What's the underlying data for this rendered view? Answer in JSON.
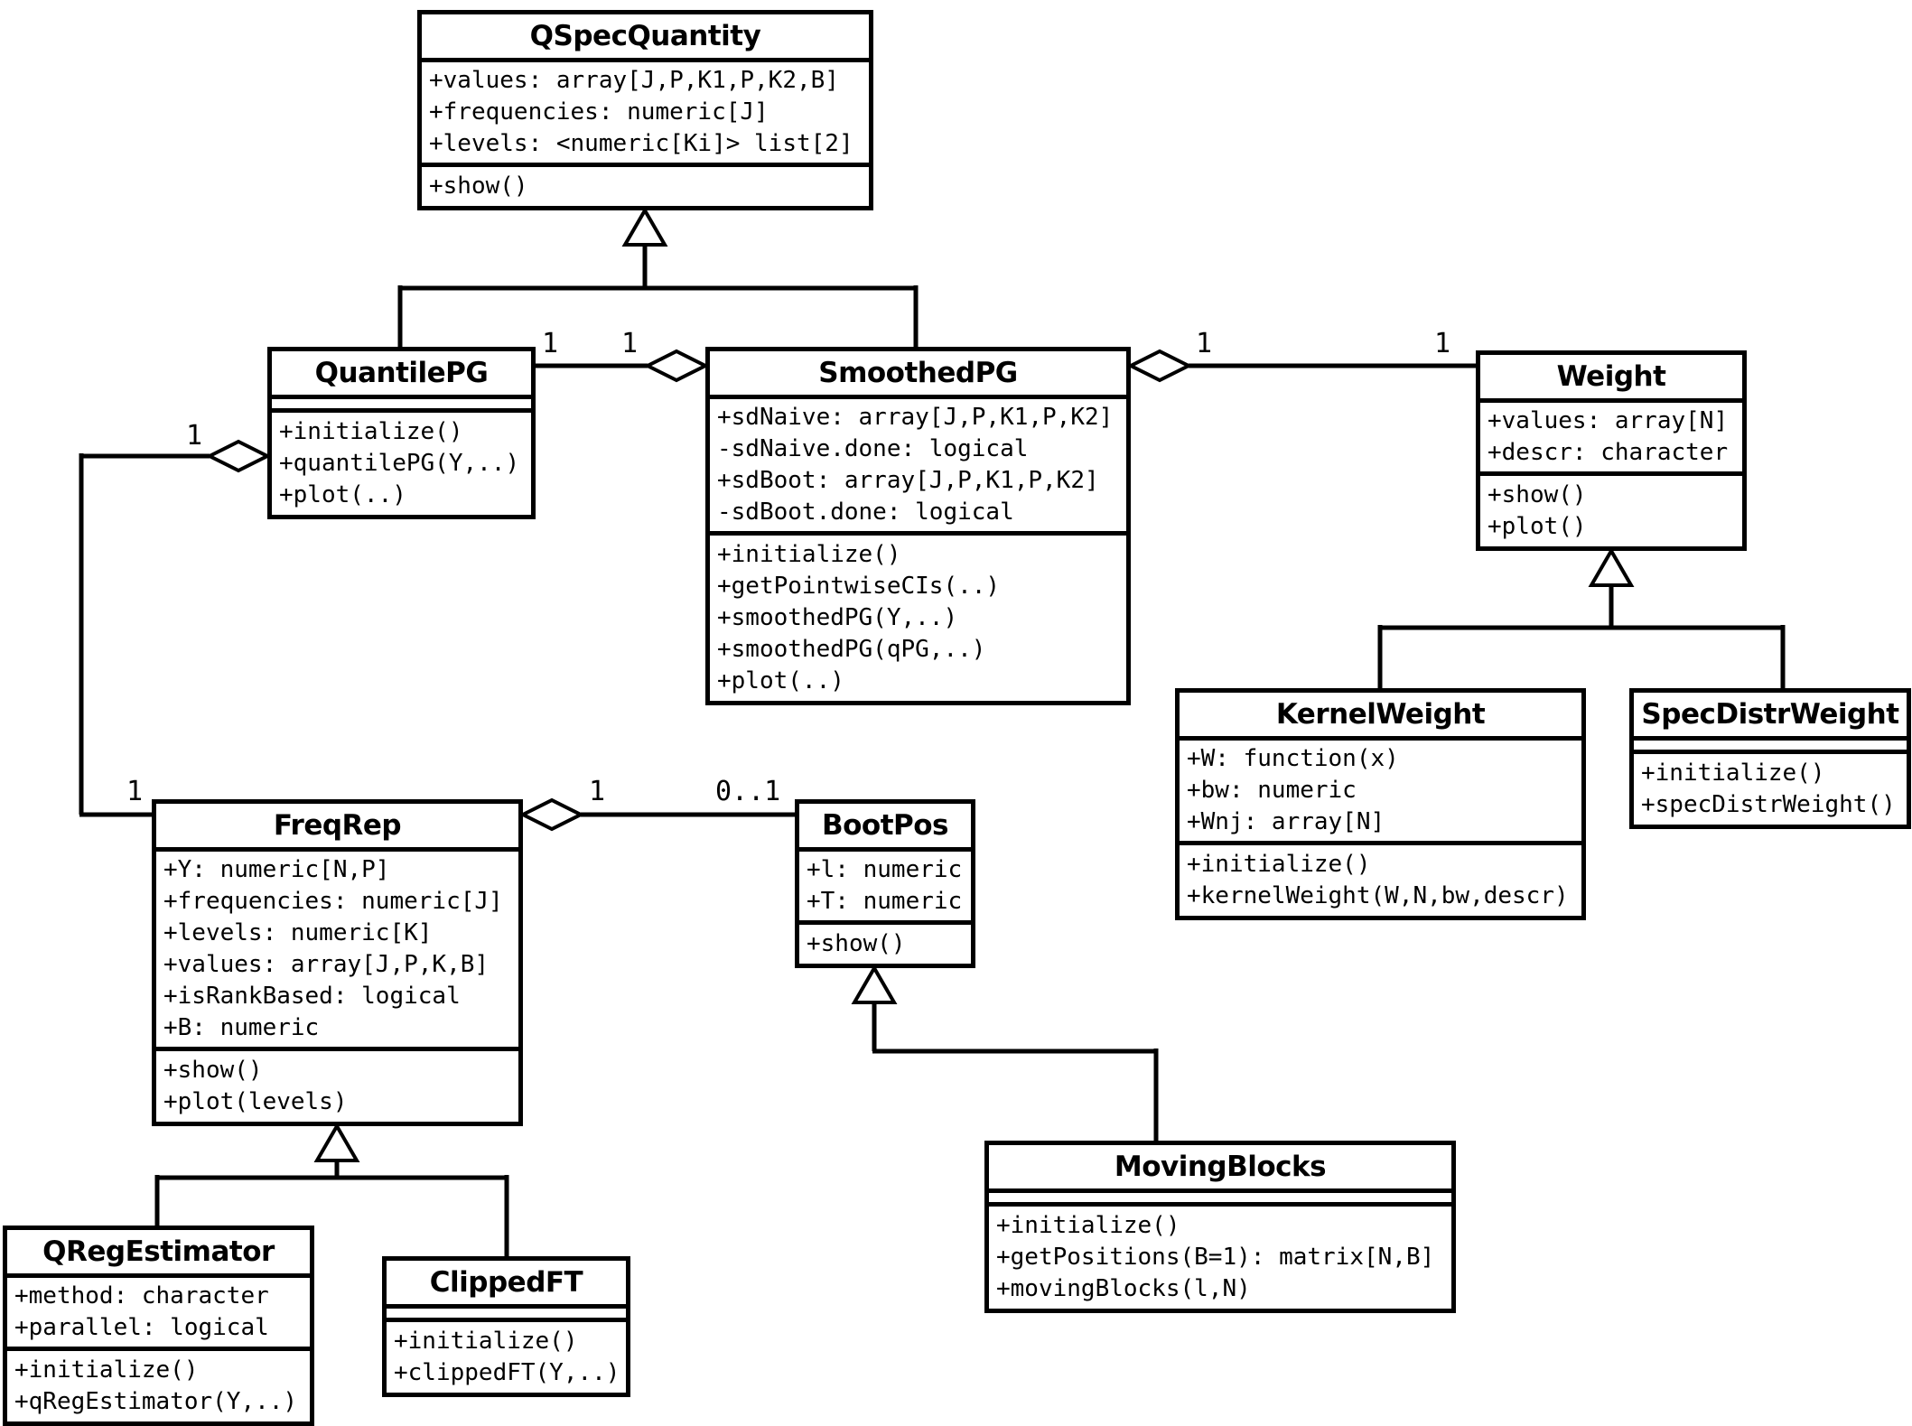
{
  "diagram": {
    "classes": [
      {
        "name": "QSpecQuantity",
        "attributes": [
          "+values: array[J,P,K1,P,K2,B]",
          "+frequencies: numeric[J]",
          "+levels: <numeric[Ki]> list[2]"
        ],
        "methods": [
          "+show()"
        ]
      },
      {
        "name": "QuantilePG",
        "attributes": [],
        "methods": [
          "+initialize()",
          "+quantilePG(Y,..)",
          "+plot(..)"
        ]
      },
      {
        "name": "SmoothedPG",
        "attributes": [
          "+sdNaive: array[J,P,K1,P,K2]",
          "-sdNaive.done: logical",
          "+sdBoot: array[J,P,K1,P,K2]",
          "-sdBoot.done: logical"
        ],
        "methods": [
          "+initialize()",
          "+getPointwiseCIs(..)",
          "+smoothedPG(Y,..)",
          "+smoothedPG(qPG,..)",
          "+plot(..)"
        ]
      },
      {
        "name": "Weight",
        "attributes": [
          "+values: array[N]",
          "+descr: character"
        ],
        "methods": [
          "+show()",
          "+plot()"
        ]
      },
      {
        "name": "KernelWeight",
        "attributes": [
          "+W: function(x)",
          "+bw: numeric",
          "+Wnj: array[N]"
        ],
        "methods": [
          "+initialize()",
          "+kernelWeight(W,N,bw,descr)"
        ]
      },
      {
        "name": "SpecDistrWeight",
        "attributes": [],
        "methods": [
          "+initialize()",
          "+specDistrWeight()"
        ]
      },
      {
        "name": "FreqRep",
        "attributes": [
          "+Y: numeric[N,P]",
          "+frequencies: numeric[J]",
          "+levels: numeric[K]",
          "+values: array[J,P,K,B]",
          "+isRankBased: logical",
          "+B: numeric"
        ],
        "methods": [
          "+show()",
          "+plot(levels)"
        ]
      },
      {
        "name": "BootPos",
        "attributes": [
          "+l: numeric",
          "+T: numeric"
        ],
        "methods": [
          "+show()"
        ]
      },
      {
        "name": "QRegEstimator",
        "attributes": [
          "+method: character",
          "+parallel: logical"
        ],
        "methods": [
          "+initialize()",
          "+qRegEstimator(Y,..)"
        ]
      },
      {
        "name": "ClippedFT",
        "attributes": [],
        "methods": [
          "+initialize()",
          "+clippedFT(Y,..)"
        ]
      },
      {
        "name": "MovingBlocks",
        "attributes": [],
        "methods": [
          "+initialize()",
          "+getPositions(B=1): matrix[N,B]",
          "+movingBlocks(l,N)"
        ]
      }
    ],
    "multiplicities": {
      "quantilepg_smoothedpg": {
        "near_quantilepg": "1",
        "near_smoothedpg": "1"
      },
      "smoothedpg_weight": {
        "near_smoothedpg": "1",
        "near_weight": "1"
      },
      "quantilepg_freqrep": {
        "near_quantilepg": "1",
        "near_freqrep": "1"
      },
      "freqrep_bootpos": {
        "near_freqrep": "1",
        "near_bootpos": "0..1"
      }
    },
    "colors": {
      "line": "#000000",
      "background": "#ffffff",
      "box_fill": "#ffffff"
    }
  }
}
